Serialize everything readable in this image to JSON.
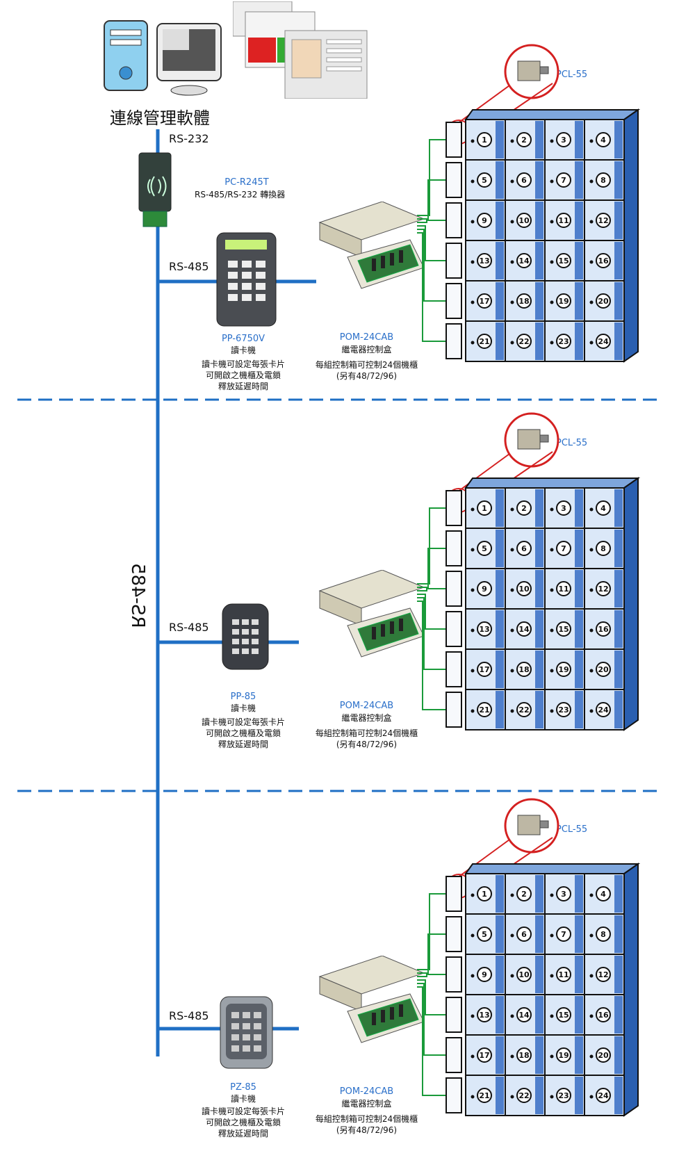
{
  "software": {
    "title": "連線管理軟體"
  },
  "main_bus": {
    "label": "RS-485"
  },
  "top_link": {
    "label": "RS-232"
  },
  "converter": {
    "model": "PC-R245T",
    "desc": "RS-485/RS-232 轉換器"
  },
  "sections": [
    {
      "bus_label": "RS-485",
      "reader": {
        "model": "PP-6750V",
        "type": "讀卡機",
        "desc": [
          "讀卡機可設定每張卡片",
          "可開啟之機櫃及電鎖",
          "釋放延遲時間"
        ]
      },
      "relay": {
        "model": "POM-24CAB",
        "type": "繼電器控制盒",
        "desc": [
          "每組控制箱可控制24個機櫃",
          "(另有48/72/96)"
        ]
      },
      "lock": {
        "model": "PCL-55"
      },
      "lockers": [
        1,
        2,
        3,
        4,
        5,
        6,
        7,
        8,
        9,
        10,
        11,
        12,
        13,
        14,
        15,
        16,
        17,
        18,
        19,
        20,
        21,
        22,
        23,
        24
      ]
    },
    {
      "bus_label": "RS-485",
      "reader": {
        "model": "PP-85",
        "type": "讀卡機",
        "desc": [
          "讀卡機可設定每張卡片",
          "可開啟之機櫃及電鎖",
          "釋放延遲時間"
        ]
      },
      "relay": {
        "model": "POM-24CAB",
        "type": "繼電器控制盒",
        "desc": [
          "每組控制箱可控制24個機櫃",
          "(另有48/72/96)"
        ]
      },
      "lock": {
        "model": "PCL-55"
      },
      "lockers": [
        1,
        2,
        3,
        4,
        5,
        6,
        7,
        8,
        9,
        10,
        11,
        12,
        13,
        14,
        15,
        16,
        17,
        18,
        19,
        20,
        21,
        22,
        23,
        24
      ]
    },
    {
      "bus_label": "RS-485",
      "reader": {
        "model": "PZ-85",
        "type": "讀卡機",
        "desc": [
          "讀卡機可設定每張卡片",
          "可開啟之機櫃及電鎖",
          "釋放延遲時間"
        ]
      },
      "relay": {
        "model": "POM-24CAB",
        "type": "繼電器控制盒",
        "desc": [
          "每組控制箱可控制24個機櫃",
          "(另有48/72/96)"
        ]
      },
      "lock": {
        "model": "PCL-55"
      },
      "lockers": [
        1,
        2,
        3,
        4,
        5,
        6,
        7,
        8,
        9,
        10,
        11,
        12,
        13,
        14,
        15,
        16,
        17,
        18,
        19,
        20,
        21,
        22,
        23,
        24
      ]
    }
  ],
  "colors": {
    "bus": "#1f6fc4",
    "wire": "#1a9a3a",
    "callout": "#d42020",
    "locker_face": "#dbe8f8",
    "locker_side": "#2a5fb0",
    "divider": "#1f6fc4"
  }
}
